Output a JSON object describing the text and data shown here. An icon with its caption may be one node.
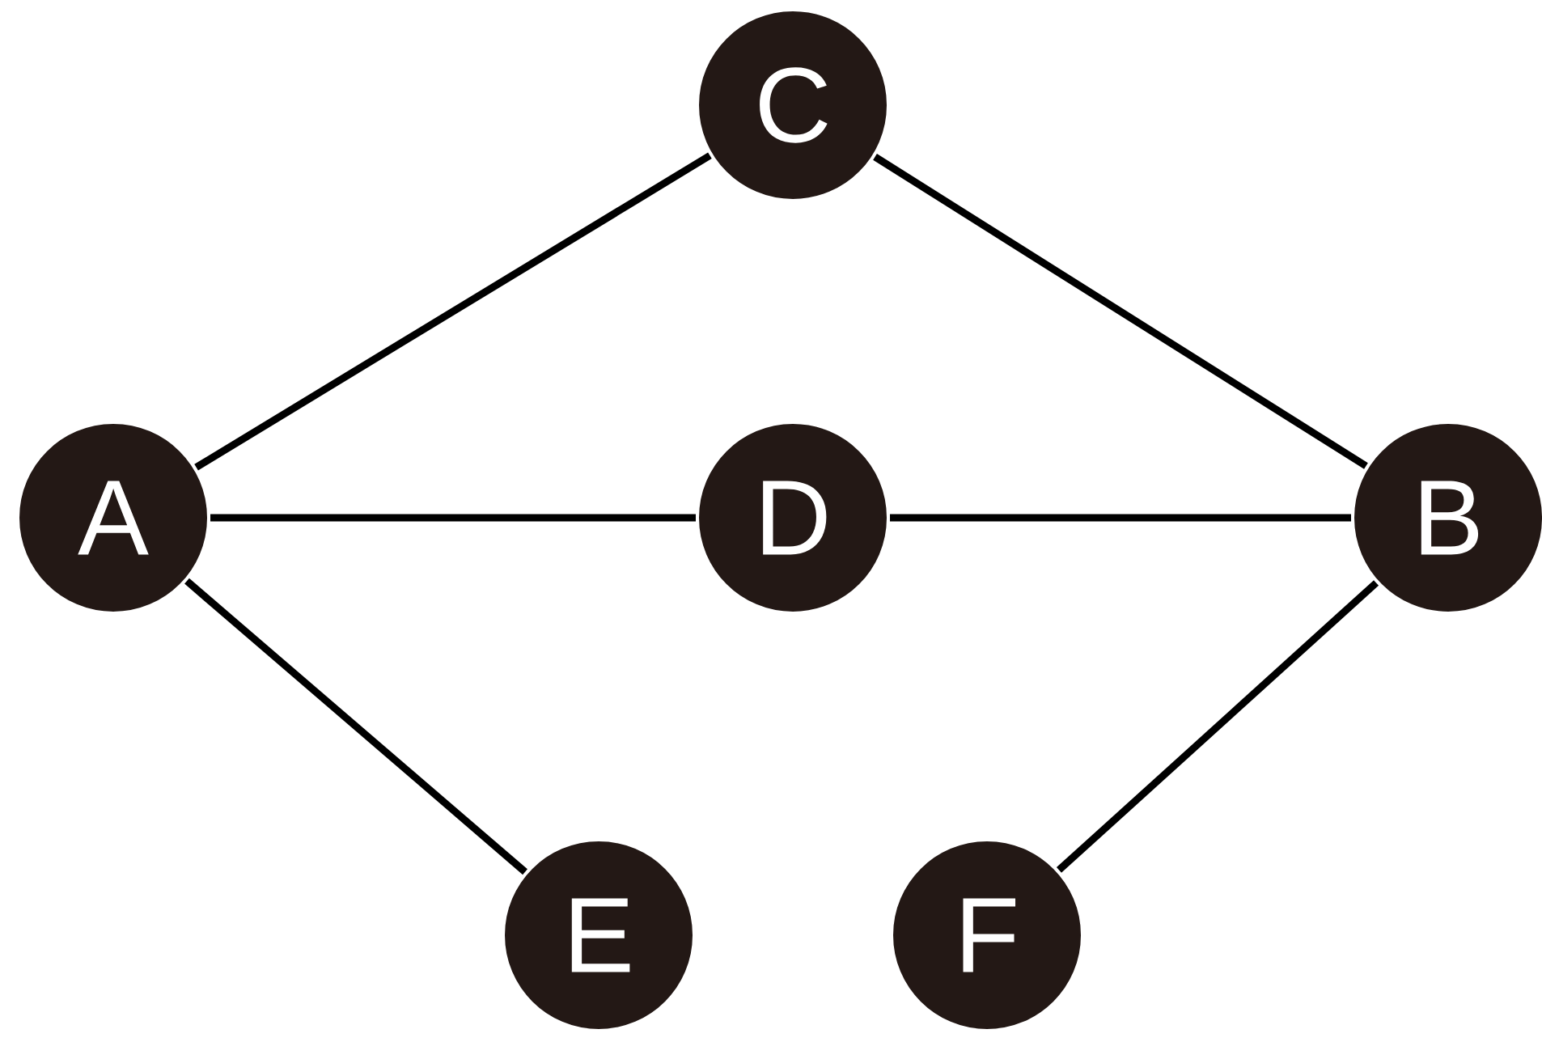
{
  "diagram": {
    "nodes": [
      {
        "text": [
          "C"
        ]
      },
      {
        "text": [
          "A"
        ]
      },
      {
        "text": [
          "D"
        ]
      },
      {
        "text": [
          "B"
        ]
      },
      {
        "text": [
          "E"
        ]
      },
      {
        "text": [
          "F"
        ]
      }
    ],
    "edges": [
      {
        "from": 0,
        "to": 1,
        "arrow": "none"
      },
      {
        "from": 0,
        "to": 3,
        "arrow": "none"
      },
      {
        "from": 1,
        "to": 2,
        "arrow": "none"
      },
      {
        "from": 2,
        "to": 3,
        "arrow": "none"
      },
      {
        "from": 1,
        "to": 4,
        "arrow": "none"
      },
      {
        "from": 3,
        "to": 5,
        "arrow": "none"
      }
    ]
  }
}
